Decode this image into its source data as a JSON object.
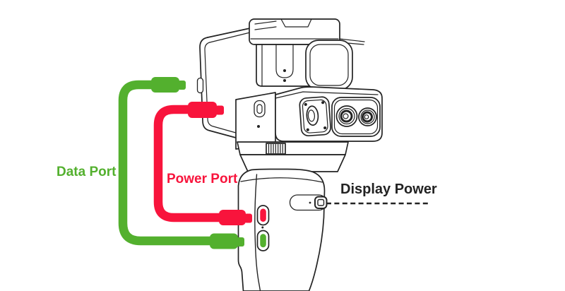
{
  "labels": {
    "data_port": "Data Port",
    "power_port": "Power Port",
    "display_power": "Display Power"
  },
  "colors": {
    "green": "#53b02e",
    "red": "#f8143c",
    "ink": "#232323",
    "bg": "#ffffff"
  }
}
